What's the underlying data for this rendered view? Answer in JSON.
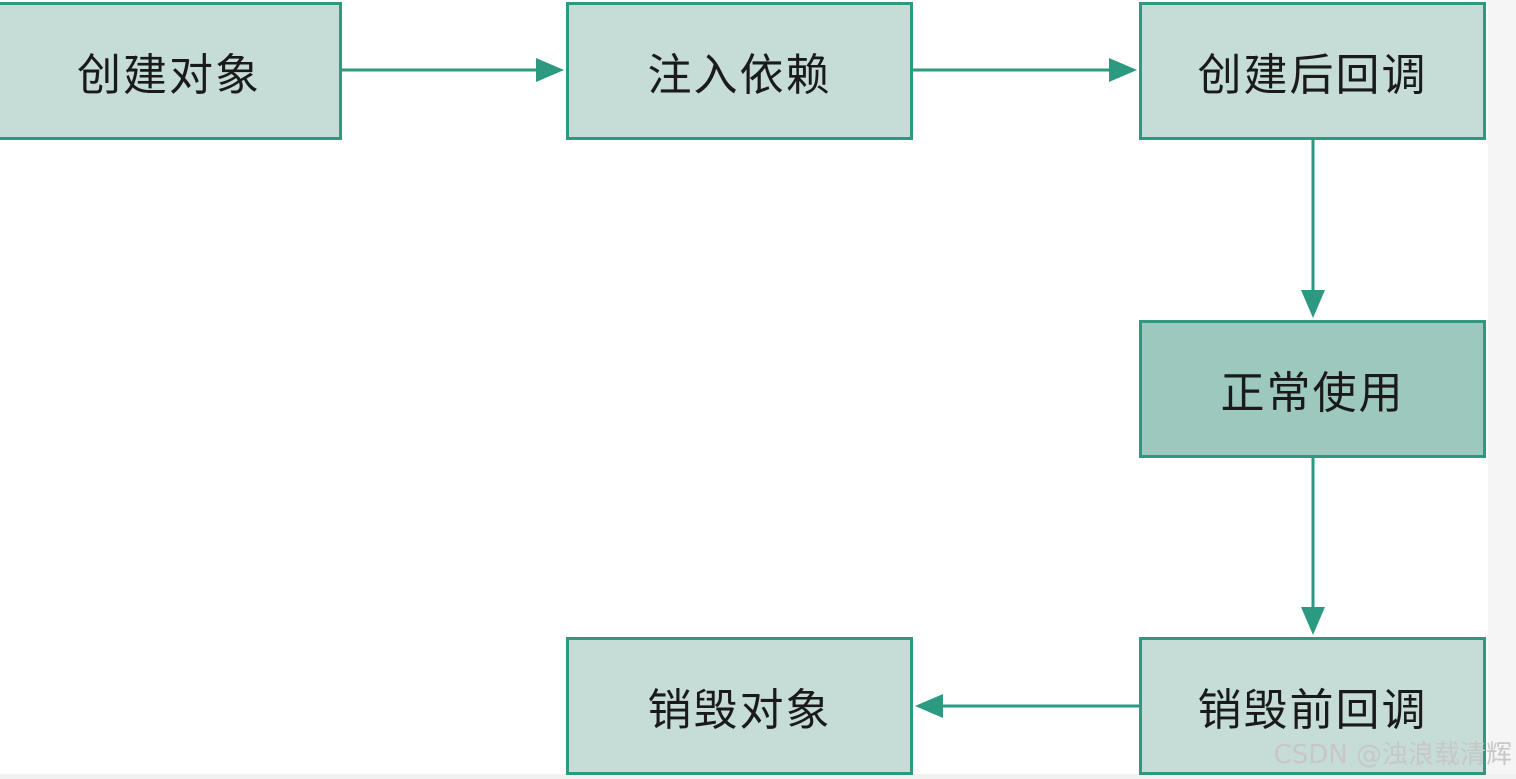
{
  "diagram": {
    "nodes": [
      {
        "id": "create",
        "label": "创建对象"
      },
      {
        "id": "inject",
        "label": "注入依赖"
      },
      {
        "id": "post_create",
        "label": "创建后回调"
      },
      {
        "id": "normal_use",
        "label": "正常使用"
      },
      {
        "id": "pre_destroy",
        "label": "销毁前回调"
      },
      {
        "id": "destroy",
        "label": "销毁对象"
      }
    ],
    "edges": [
      {
        "from": "create",
        "to": "inject"
      },
      {
        "from": "inject",
        "to": "post_create"
      },
      {
        "from": "post_create",
        "to": "normal_use"
      },
      {
        "from": "normal_use",
        "to": "pre_destroy"
      },
      {
        "from": "pre_destroy",
        "to": "destroy"
      }
    ],
    "colors": {
      "box_fill": "#c6dcd7",
      "box_fill_highlight": "#9dc8be",
      "border": "#2b9a80",
      "arrow": "#2b9a80"
    }
  },
  "watermark": "CSDN @浊浪载清辉"
}
